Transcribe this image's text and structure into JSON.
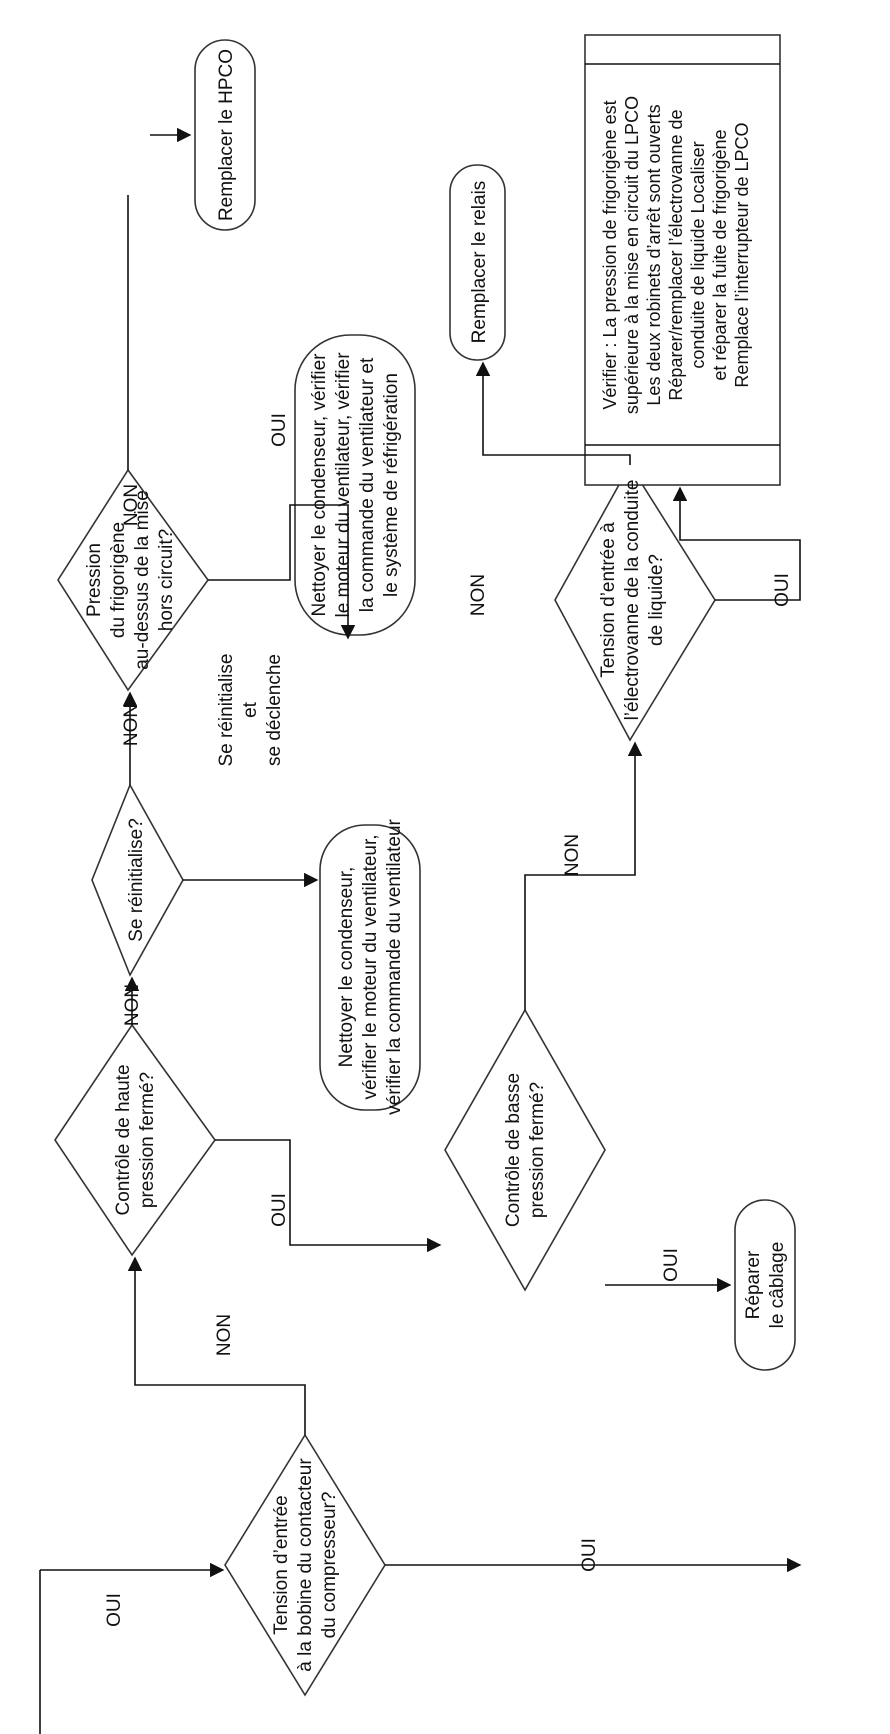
{
  "labels": {
    "yes": "OUI",
    "no": "NON"
  },
  "nodes": {
    "decision_contactor": [
      "Tension d’entrée",
      "à la bobine du contacteur",
      "du compresseur?"
    ],
    "decision_high_pressure": [
      "Contrôle de haute",
      "pression fermé?"
    ],
    "decision_low_pressure": [
      "Contrôle de basse",
      "pression fermé?"
    ],
    "decision_reset": [
      "Se réinitialise?"
    ],
    "decision_refrigerant": [
      "Pression",
      "du frigorigène",
      "au-dessus de la mise",
      "hors circuit?"
    ],
    "decision_solenoid": [
      "Tension d’entrée à",
      "l’électrovanne de la conduite",
      "de liquide?"
    ],
    "action_repair_wiring": [
      "Réparer",
      "le câblage"
    ],
    "action_clean_fan": [
      "Nettoyer le condenseur,",
      "vérifier le moteur du ventilateur,",
      "vérifier la commande du ventilateur"
    ],
    "action_clean_full": [
      "Nettoyer le condenseur, vérifier",
      "le moteur du ventilateur, vérifier",
      "la commande du ventilateur et",
      "le système de réfrigération"
    ],
    "action_replace_hpco": [
      "Remplacer le HPCO"
    ],
    "action_replace_relay": [
      "Remplacer le relais"
    ],
    "action_check_lpco": [
      "Vérifier : La pression de frigorigène est",
      "supérieure à la mise en circuit du LPCO",
      "Les deux robinets d’arrêt sont ouverts",
      "Réparer/remplacer l’électrovanne de",
      "conduite de liquide Localiser",
      "et réparer la fuite de frigorigène",
      "Remplace l’interrupteur de LPCO"
    ],
    "reset_trip_label": [
      "Se réinitialise",
      "et",
      "se déclenche"
    ]
  }
}
